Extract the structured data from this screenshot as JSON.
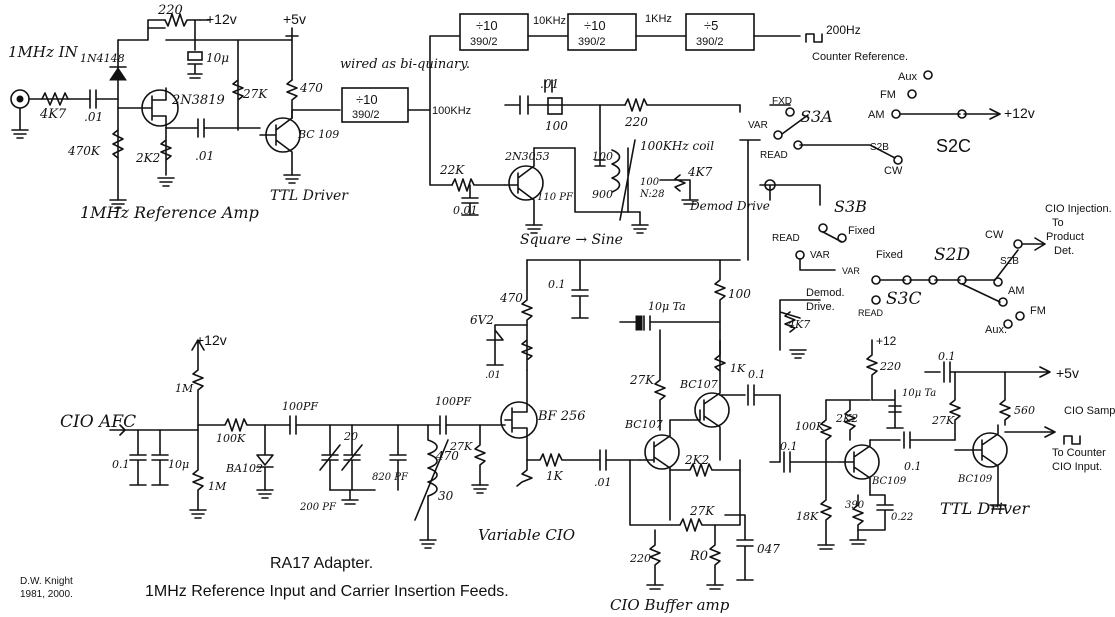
{
  "title": {
    "line1": "RA17 Adapter.",
    "line2": "1MHz Reference Input and Carrier Insertion Feeds."
  },
  "author": {
    "name": "D.W. Knight",
    "years": "1981, 2000."
  },
  "sections": {
    "ref_amp": "1MHz Reference Amp",
    "ttl_driver_top": "TTL Driver",
    "square_sine": "Square → Sine",
    "demod_drive_hand": "Demod Drive",
    "variable_cio": "Variable CIO",
    "cio_buffer": "CIO Buffer amp",
    "ttl_driver_bottom": "TTL Driver",
    "wired_note": "wired as bi-quinary."
  },
  "labels": {
    "in_1mhz": "1MHz IN",
    "cio_afc": "CIO AFC",
    "khz100": "100KHz",
    "khz10": "10KHz",
    "khz1": "1KHz",
    "hz200": "200Hz",
    "counter_ref": "Counter Reference.",
    "plus12": "+12v",
    "plus5": "+5v",
    "plus12_small": "+12",
    "cio_injection": "CIO Injection.",
    "to": "To",
    "product": "Product",
    "det": "Det.",
    "cio_sample": "CIO Sample",
    "to_counter": "To Counter",
    "cio_input": "CIO Input.",
    "demod": "Demod.",
    "drive": "Drive.",
    "coil_100khz": "100KHz coil",
    "fixed1": "Fixed",
    "fixed2": "Fixed"
  },
  "dividers": [
    {
      "div": "÷10",
      "ic": "390/2"
    },
    {
      "div": "÷10",
      "ic": "390/2"
    },
    {
      "div": "÷10",
      "ic": "390/2"
    },
    {
      "div": "÷5",
      "ic": "390/2"
    }
  ],
  "switches": {
    "s3a": "S3A",
    "s3b": "S3B",
    "s3c": "S3C",
    "s2b": "S2B",
    "s2c": "S2C",
    "s2d": "S2D",
    "fxd": "FXD",
    "var1": "VAR",
    "read1": "READ",
    "read2": "READ",
    "var2": "VAR",
    "var3": "VAR",
    "read3": "READ",
    "aux1": "Aux",
    "fm1": "FM",
    "am1": "AM",
    "cw1": "CW",
    "cw2": "CW",
    "am2": "AM",
    "fm2": "FM",
    "aux2": "Aux."
  },
  "components": {
    "r220_top": "220",
    "d_1n4148": "1N4148",
    "c10u_top": "10μ",
    "r4k7_in": "4K7",
    "c01_in": ".01",
    "r470k": "470K",
    "q_2n3819": "2N3819",
    "r27k_top": "27K",
    "r2k2_top": "2K2",
    "c01_mid": ".01",
    "r470_top": "470",
    "q_bc109_top": "BC 109",
    "c01_100": ".01",
    "c100": "100",
    "r220_b": "220",
    "r22k": "22K",
    "c001": "0.01",
    "q_2n3053": "2N3053",
    "c110pf": "110 PF",
    "c900": "900",
    "c100a": "100",
    "l100": "100",
    "l28": "N:28",
    "r4k7_dem": "4K7",
    "c01_v": "0.1",
    "r470_b": "470",
    "z6v2": "6V2",
    "c01_z": ".01",
    "r100": "100",
    "c10u_ta": "10μ Ta",
    "r1m_a": "1M",
    "r100k_a": "100K",
    "c100pf_a": "100PF",
    "c100pf_b": "100PF",
    "q_bf256": "BF 256",
    "c01_afc": "0.1",
    "c10u_afc": "10μ",
    "d_ba102": "BA102",
    "r1m_b": "1M",
    "c200pf": "200 PF",
    "c20": "20",
    "c820pf": "820 PF",
    "r27k_b": "27K",
    "l470": "470",
    "l30": "30",
    "r1k_a": "1K",
    "c01_buf": ".01",
    "r27k_c": "27K",
    "q_bc107a": "BC107",
    "q_bc107b": "BC107",
    "r1k_b": "1K",
    "c01_b": "0.1",
    "r2k2_b": "2K2",
    "r27k_d": "27K",
    "r220_c": "220",
    "r20": "R0",
    "c047": "047",
    "r4k7_d": "4K7",
    "c01_c": "0.1",
    "r100k_b": "100K",
    "r18k": "18K",
    "r2k2_c": "2K2",
    "r220_d": "220",
    "c10u_c": "10μ Ta",
    "q_bc109_b": "BC109",
    "r390": "390",
    "c022": "0.22",
    "c01_d": "0.1",
    "r27k_e": "27K",
    "r560": "560",
    "c01_e": "0.1",
    "q_bc109_c": "BC109"
  }
}
